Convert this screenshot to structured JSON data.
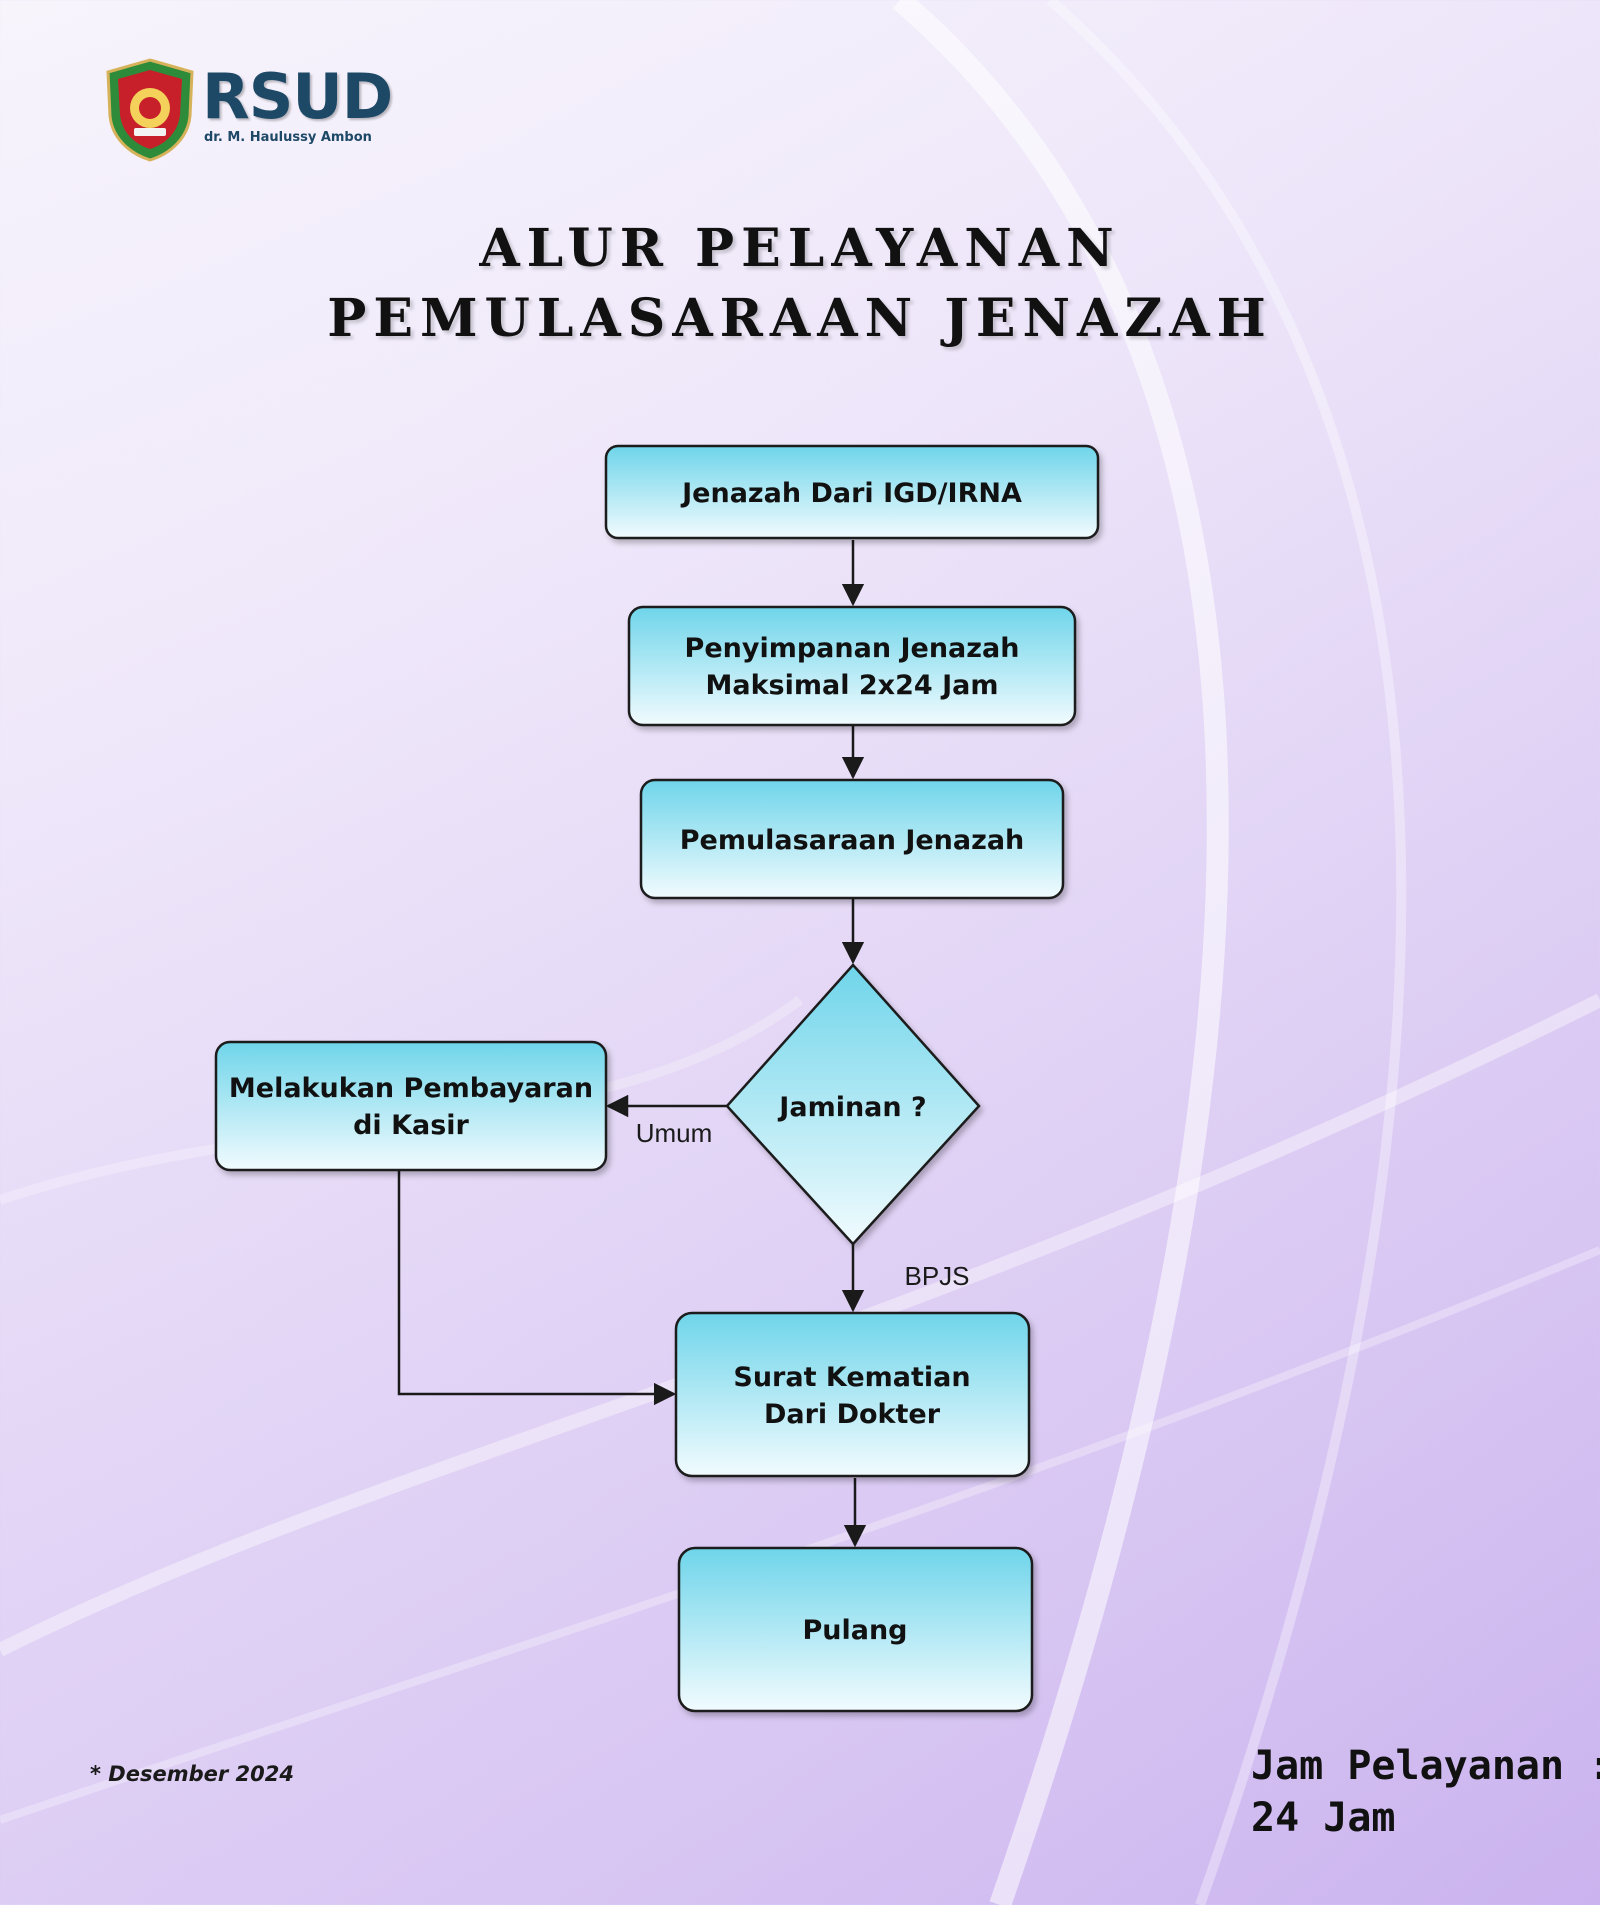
{
  "logo": {
    "name": "RSUD",
    "subtitle": "dr. M. Haulussy Ambon"
  },
  "title": {
    "line1": "ALUR PELAYANAN",
    "line2": "PEMULASARAAN JENAZAH"
  },
  "nodes": {
    "start": {
      "lines": [
        "Jenazah Dari IGD/IRNA"
      ]
    },
    "storage": {
      "lines": [
        "Penyimpanan Jenazah",
        "Maksimal 2x24 Jam"
      ]
    },
    "prep": {
      "lines": [
        "Pemulasaraan Jenazah"
      ]
    },
    "decision": {
      "lines": [
        "Jaminan ?"
      ]
    },
    "payment": {
      "lines": [
        "Melakukan Pembayaran",
        "di Kasir"
      ]
    },
    "certificate": {
      "lines": [
        "Surat Kematian",
        "Dari Dokter"
      ]
    },
    "end": {
      "lines": [
        "Pulang"
      ]
    }
  },
  "edges": {
    "umum": "Umum",
    "bpjs": "BPJS"
  },
  "footnote": "* Desember 2024",
  "service_hours": {
    "line1": "Jam Pelayanan :",
    "line2": "24 Jam"
  },
  "colors": {
    "box_top": "#6fd5ea",
    "box_bottom": "#f1fbfe",
    "stroke": "#1a1a1a",
    "title": "#111111",
    "logo_text": "#1d4866",
    "background": "#efe8fa"
  }
}
